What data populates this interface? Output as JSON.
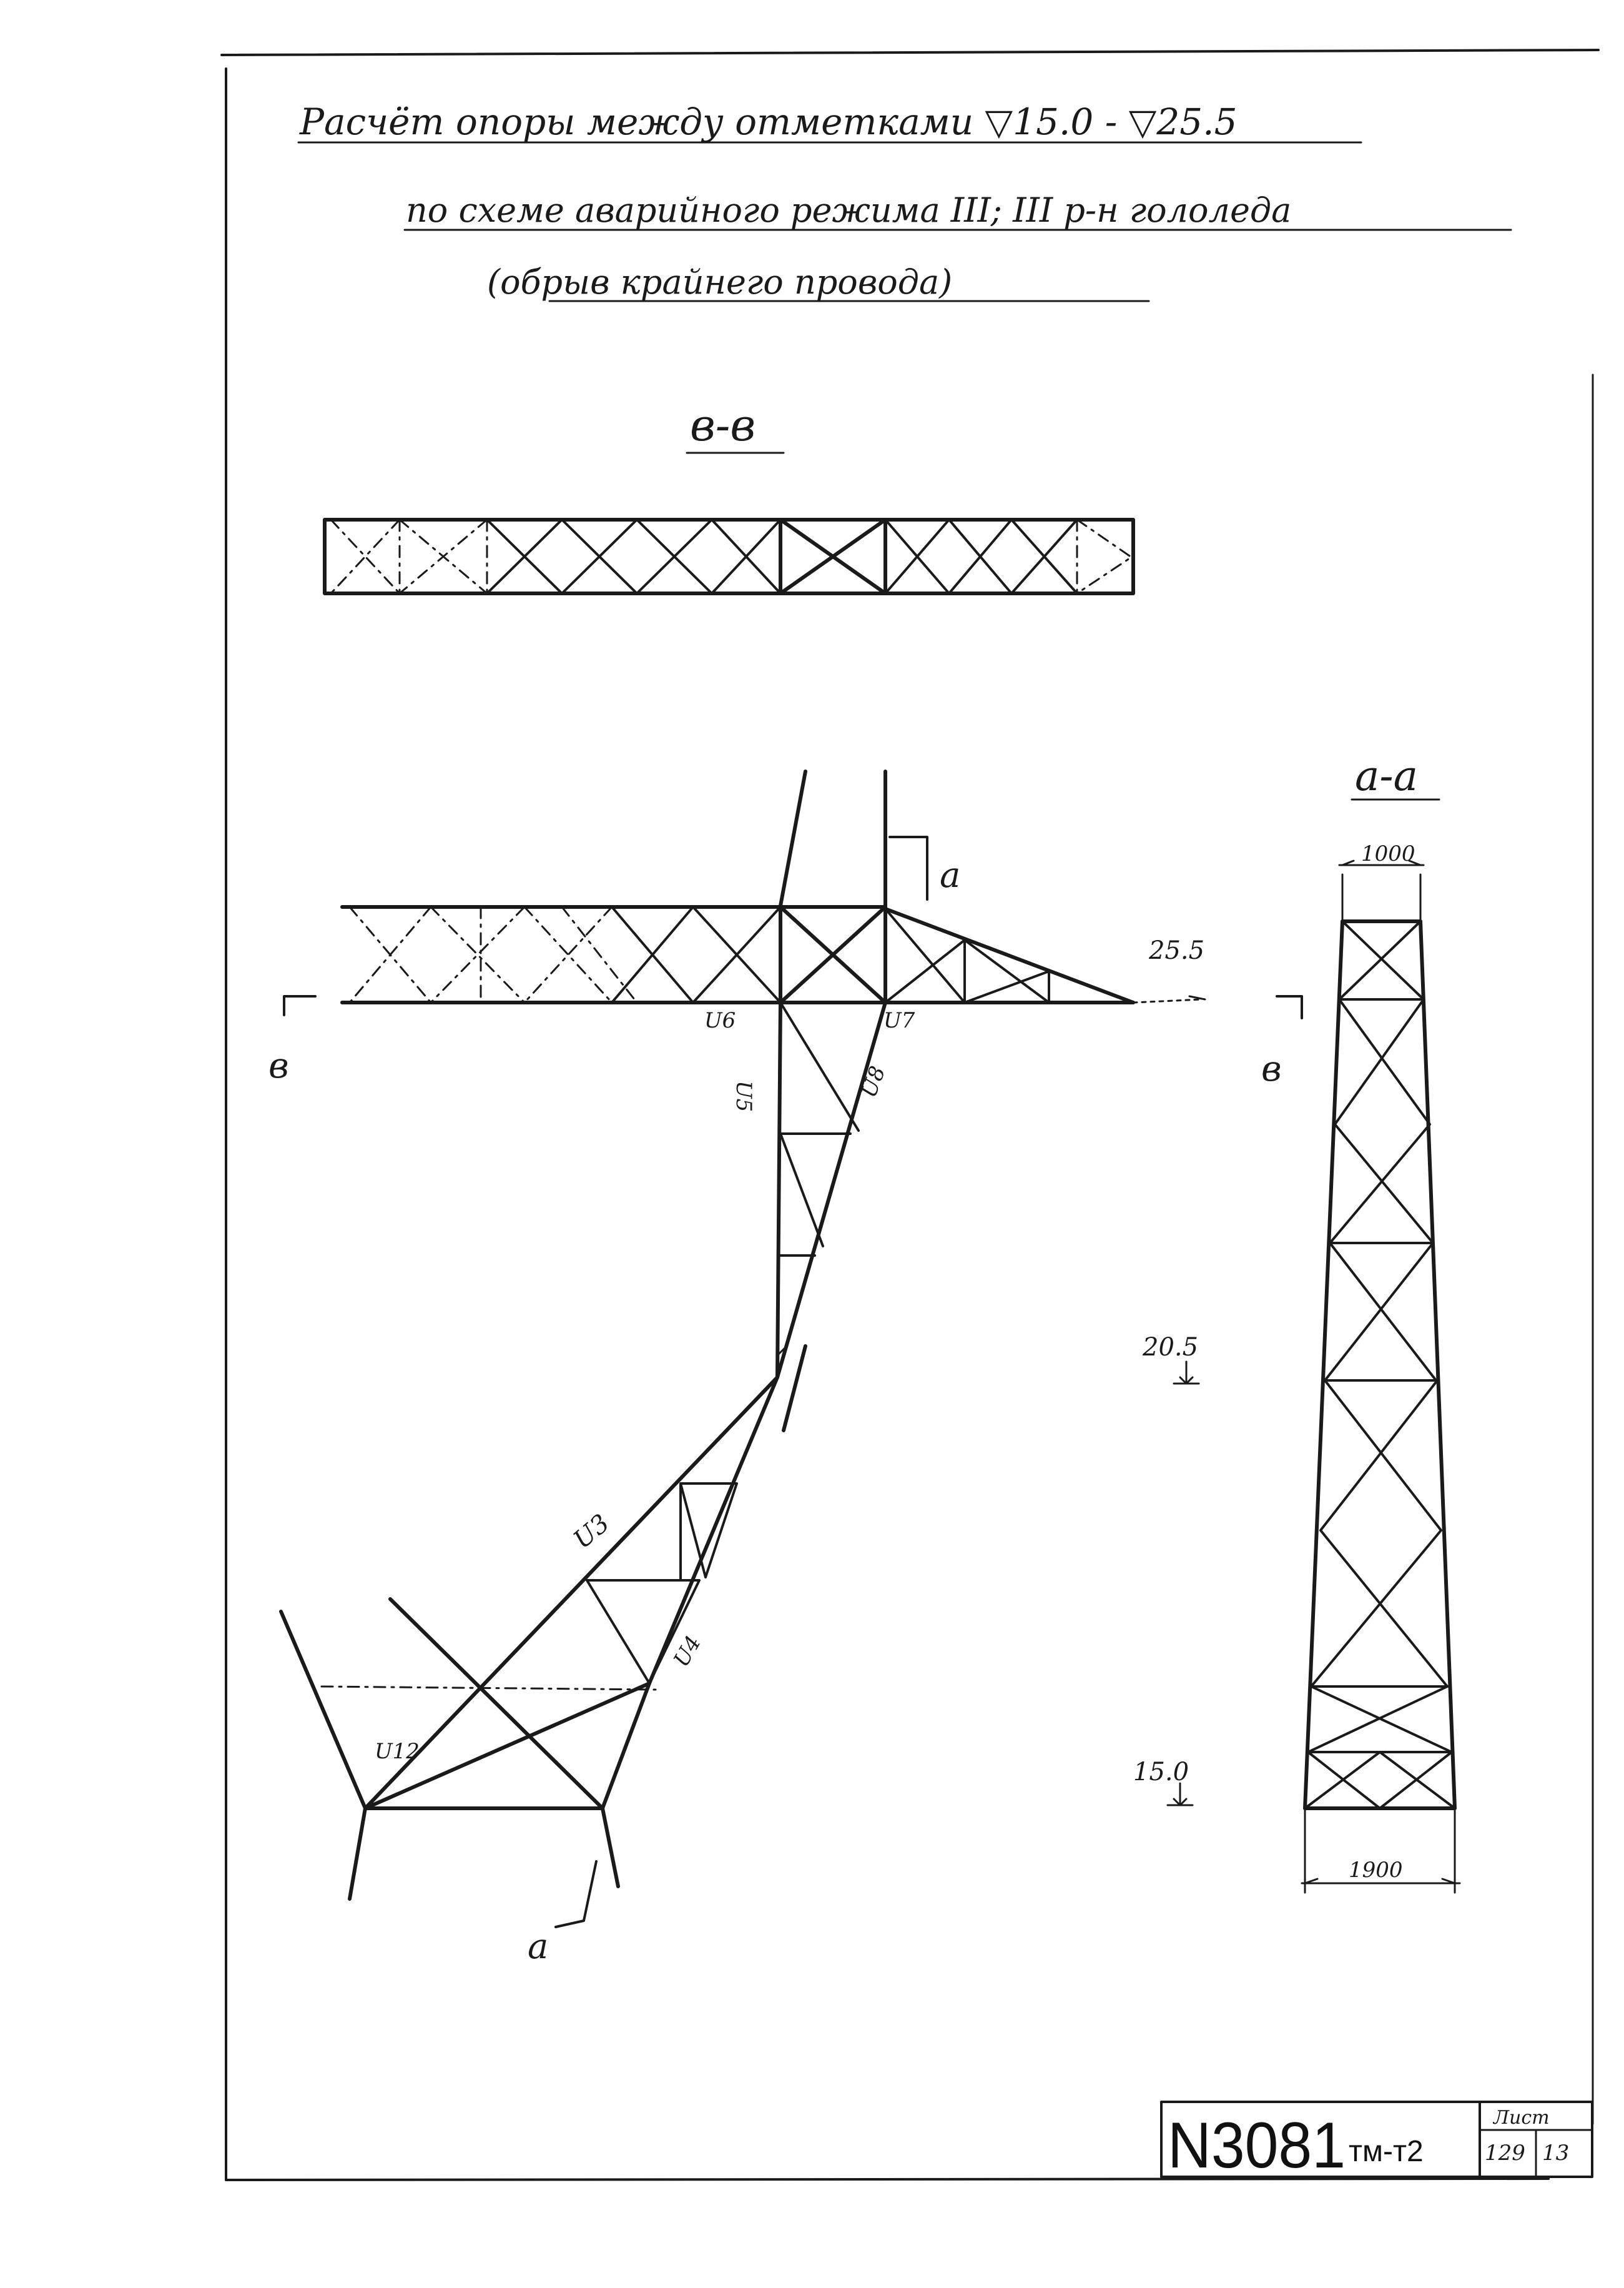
{
  "header": {
    "title_line1": "Расчёт опоры между отметками ▽15.0 - ▽25.5",
    "title_line2": "по схеме аварийного режима III; III р-н гололеда",
    "title_line3": "(обрыв крайнего провода)"
  },
  "section_bb": {
    "label": "в-в"
  },
  "section_aa": {
    "label": "а-а",
    "top_width": "1000",
    "bottom_width": "1900"
  },
  "elevations": {
    "top": "25.5",
    "middle": "20.5",
    "bottom": "15.0"
  },
  "cut_marks": {
    "a_top": "а",
    "a_bottom": "а",
    "b_left": "в",
    "b_right": "в"
  },
  "node_labels": {
    "u6": "U6",
    "u7": "U7",
    "u5": "U5",
    "u8": "U8",
    "u3": "U3",
    "u4": "U4",
    "u12": "U12"
  },
  "title_block": {
    "number": "N3081",
    "code": "тм-т2",
    "sheet_label": "Лист",
    "sheet_number": "129",
    "sheet_total": "13"
  }
}
